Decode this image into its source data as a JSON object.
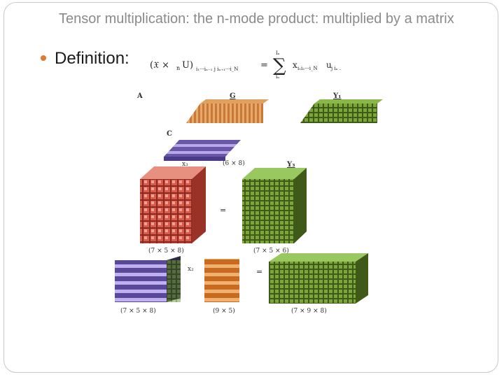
{
  "slide": {
    "title": "Tensor multiplication: the n-mode product: multiplied by a matrix",
    "bullet": "Definition:",
    "accent_color": "#e07a2e"
  },
  "figure": {
    "labels": {
      "A": "A",
      "G": "G",
      "Y1": "Y₁",
      "C": "C",
      "x3": "x₃",
      "C_size": "(6 × 8)",
      "Y3": "Y₃",
      "equals1": "=",
      "left_size": "(7 × 5 × 8)",
      "right_size": "(7 × 5 × 6)",
      "x2": "x₂",
      "equals2": "=",
      "bot1_size": "(7 × 5 × 8)",
      "bot2_size": "(9 × 5)",
      "bot3_size": "(7 × 9 × 8)"
    },
    "colors": {
      "orange": "#c8783a",
      "green": "#6e9a2c",
      "purple": "#7b68b8",
      "red": "#c0443a",
      "light_orange": "#e89a4a"
    }
  }
}
